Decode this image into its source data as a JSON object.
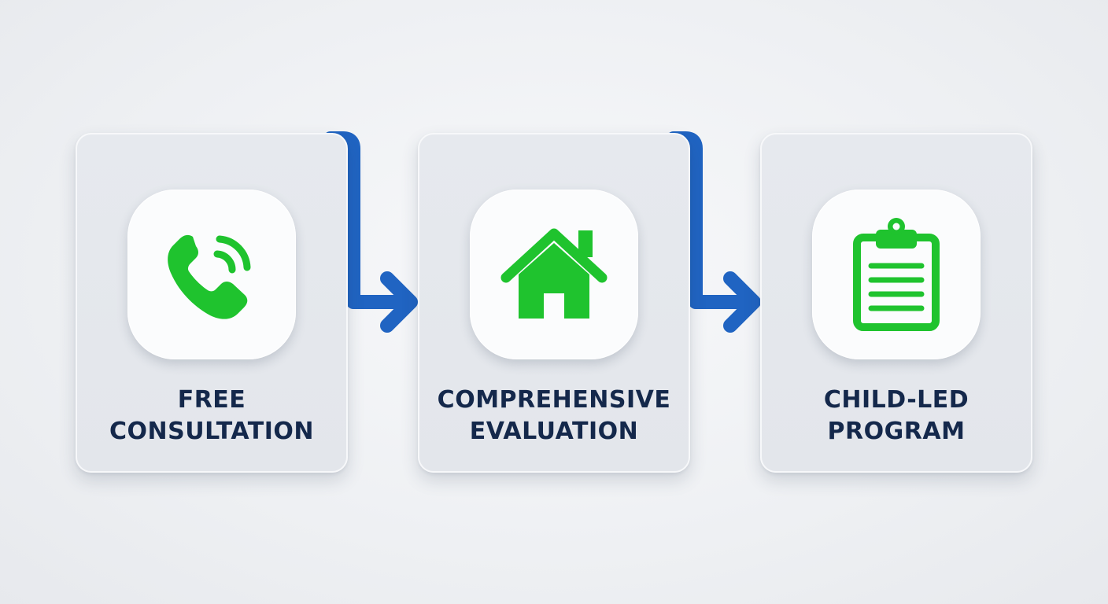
{
  "colors": {
    "accent_green": "#1fc32e",
    "connector_blue": "#2064c2",
    "label_navy": "#14284b"
  },
  "steps": [
    {
      "icon": "phone-icon",
      "label_line1": "FREE",
      "label_line2": "CONSULTATION"
    },
    {
      "icon": "house-icon",
      "label_line1": "COMPREHENSIVE",
      "label_line2": "EVALUATION"
    },
    {
      "icon": "clipboard-icon",
      "label_line1": "CHILD-LED",
      "label_line2": "PROGRAM"
    }
  ]
}
